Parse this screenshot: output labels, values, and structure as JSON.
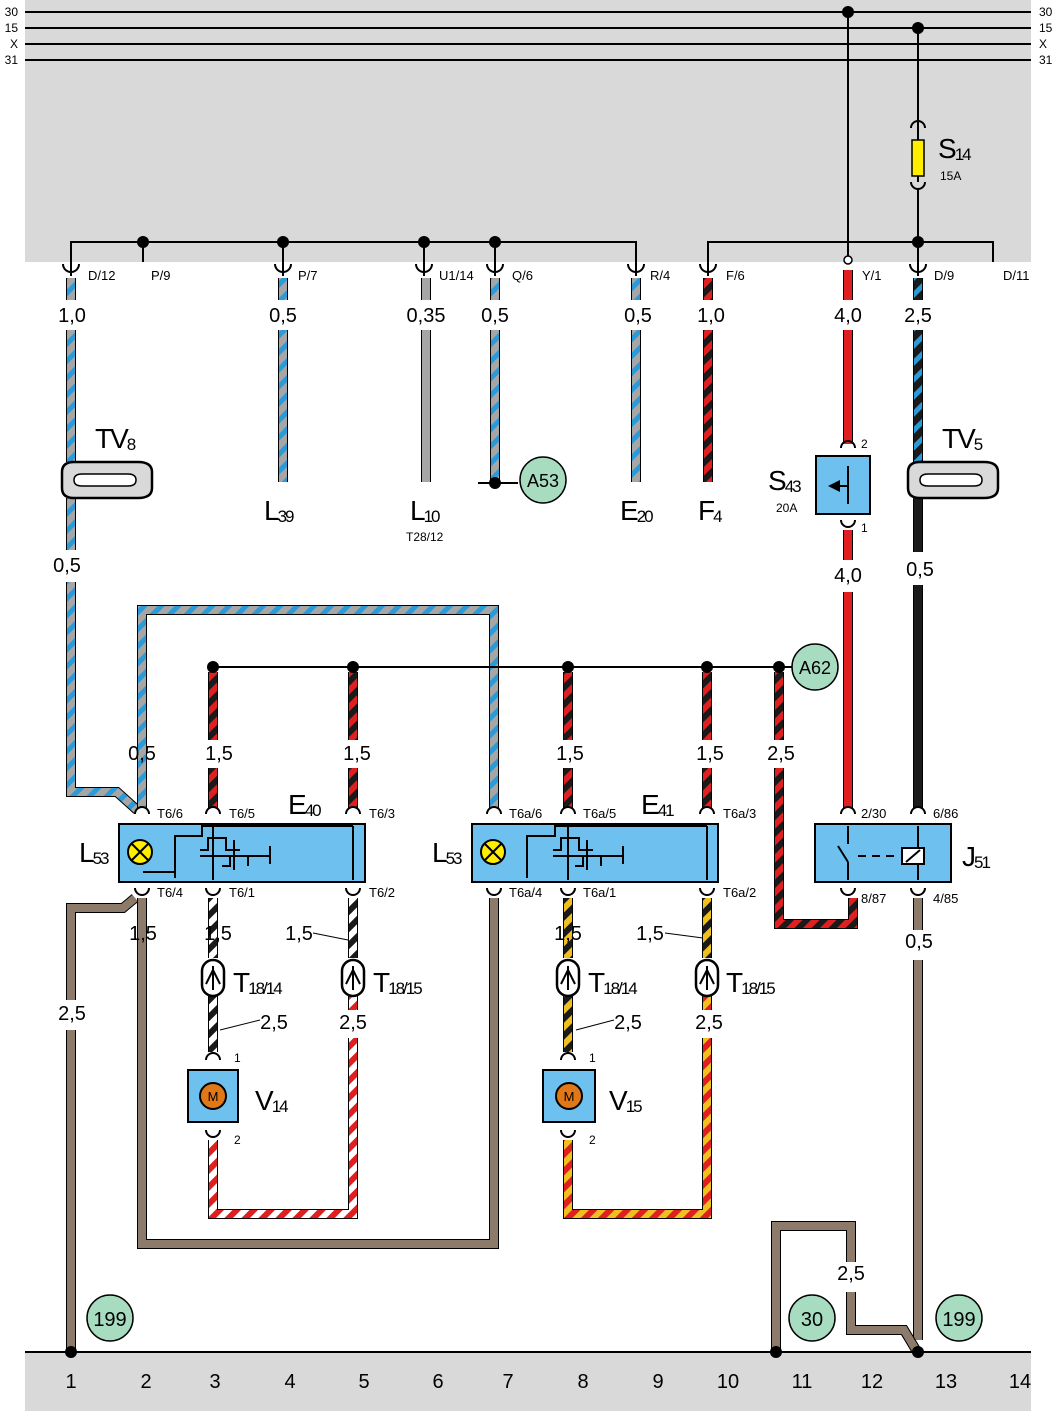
{
  "rails": [
    "30",
    "15",
    "X",
    "31"
  ],
  "connectors": {
    "p1": "D/12",
    "p2": "P/9",
    "p3": "P/7",
    "p4": "U1/14",
    "p5": "Q/6",
    "p6": "R/4",
    "p7": "F/6",
    "p8": "Y/1",
    "p9": "D/9",
    "p10": "D/11"
  },
  "gauges": {
    "g1": "1,0",
    "g2": "0,5",
    "g3": "0,35",
    "g4": "0,5",
    "g5": "0,5",
    "g6": "1,0",
    "g7": "4,0",
    "g8": "2,5",
    "tv8_below": "0,5",
    "s43_below": "4,0",
    "tv5_below": "0,5",
    "l53_top": "0,5",
    "e40_in1": "1,5",
    "e40_in2": "1,5",
    "e41_in1": "1,5",
    "e41_in2": "1,5",
    "a62_branch": "2,5",
    "left_ground": "2,5",
    "e40_b1": "1,5",
    "e40_b2": "1,5",
    "e40_b3": "1,5",
    "e41_b1": "1,5",
    "e41_b2": "1,5",
    "j51_b": "0,5",
    "v14_a": "2,5",
    "v14_b": "2,5",
    "v15_a": "2,5",
    "v15_b": "2,5",
    "ground_right": "2,5"
  },
  "components": {
    "tv8": {
      "main": "TV",
      "sub": "8"
    },
    "tv5": {
      "main": "TV",
      "sub": "5"
    },
    "s14": {
      "main": "S",
      "sub": "14",
      "rating": "15A"
    },
    "s43": {
      "main": "S",
      "sub": "43",
      "rating": "20A"
    },
    "l39": {
      "main": "L",
      "sub": "39"
    },
    "l10": {
      "main": "L",
      "sub": "10",
      "note": "T28/12"
    },
    "e20": {
      "main": "E",
      "sub": "20"
    },
    "f4": {
      "main": "F",
      "sub": "4"
    },
    "e40": {
      "main": "E",
      "sub": "40"
    },
    "e41": {
      "main": "E",
      "sub": "41"
    },
    "l53a": {
      "main": "L",
      "sub": "53"
    },
    "l53b": {
      "main": "L",
      "sub": "53"
    },
    "j51": {
      "main": "J",
      "sub": "51"
    },
    "v14": {
      "main": "V",
      "sub": "14",
      "motor": "M"
    },
    "v15": {
      "main": "V",
      "sub": "15",
      "motor": "M"
    },
    "t1": {
      "main": "T",
      "sub": "18/14"
    },
    "t2": {
      "main": "T",
      "sub": "18/15"
    },
    "t3": {
      "main": "T",
      "sub": "18/14"
    },
    "t4": {
      "main": "T",
      "sub": "18/15"
    }
  },
  "pins": {
    "s43_2": "2",
    "s43_1": "1",
    "e40_t66": "T6/6",
    "e40_t65": "T6/5",
    "e40_t63": "T6/3",
    "e40_t64": "T6/4",
    "e40_t61": "T6/1",
    "e40_t62": "T6/2",
    "e41_t66": "T6a/6",
    "e41_t65": "T6a/5",
    "e41_t63": "T6a/3",
    "e41_t64": "T6a/4",
    "e41_t61": "T6a/1",
    "e41_t62": "T6a/2",
    "j51_230": "2/30",
    "j51_686": "6/86",
    "j51_887": "8/87",
    "j51_485": "4/85",
    "v14_1": "1",
    "v14_2": "2",
    "v15_1": "1",
    "v15_2": "2"
  },
  "refs": {
    "a53": "A53",
    "a62": "A62",
    "g199a": "199",
    "g30": "30",
    "g199b": "199"
  },
  "columns": [
    "1",
    "2",
    "3",
    "4",
    "5",
    "6",
    "7",
    "8",
    "9",
    "10",
    "11",
    "12",
    "13",
    "14"
  ],
  "colors": {
    "panel": "#d9d9d9",
    "blue": "#2a9ad8",
    "grey": "#a6a6a6",
    "red": "#e02020",
    "black": "#1a1a1a",
    "white": "#ffffff",
    "yellow": "#f0c020",
    "brown": "#8c7b6b",
    "component": "#6ec1ee",
    "ref_circle": "#a8dcc0",
    "fuse": "#ffee00"
  }
}
